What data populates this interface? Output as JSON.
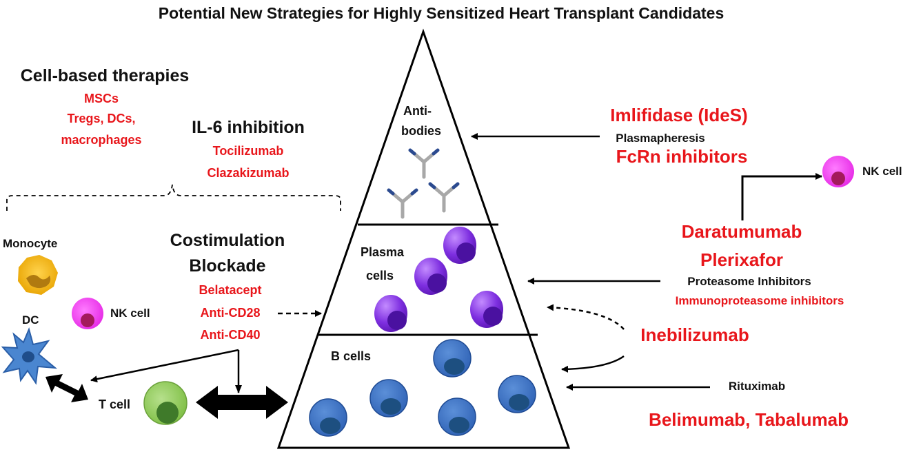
{
  "title": "Potential New Strategies for Highly Sensitized Heart Transplant Candidates",
  "cell_based": {
    "heading": "Cell-based therapies",
    "items": [
      "MSCs",
      "Tregs, DCs,",
      "macrophages"
    ]
  },
  "il6": {
    "heading": "IL-6 inhibition",
    "items": [
      "Tocilizumab",
      "Clazakizumab"
    ]
  },
  "costim": {
    "heading_line1": "Costimulation",
    "heading_line2": "Blockade",
    "items": [
      "Belatacept",
      "Anti-CD28",
      "Anti-CD40"
    ]
  },
  "left_cells": {
    "monocyte": "Monocyte",
    "nk": "NK cell",
    "dc": "DC",
    "tcell": "T cell"
  },
  "pyramid": {
    "top_line1": "Anti-",
    "top_line2": "bodies",
    "middle_line1": "Plasma",
    "middle_line2": "cells",
    "bottom": "B cells"
  },
  "right_top": {
    "imlifidase": "Imlifidase (IdeS)",
    "plasmapheresis": "Plasmapheresis",
    "fcrn": "FcRn inhibitors",
    "nk": "NK cell"
  },
  "right_mid": {
    "daratumumab": "Daratumumab",
    "plerixafor": "Plerixafor",
    "proteasome": "Proteasome Inhibitors",
    "immunoproteasome": "Immunoproteasome inhibitors"
  },
  "right_bottom": {
    "inebilizumab": "Inebilizumab",
    "rituximab": "Rituximab",
    "belimumab": "Belimumab, Tabalumab"
  },
  "colors": {
    "red_text": "#e8161b",
    "b_cell": "#4472c4",
    "plasma_cell": "#7a2fd0",
    "nk_cell": "#f13ff1",
    "monocyte": "#f4b400",
    "t_cell": "#92d050",
    "dc": "#3a78c2"
  }
}
